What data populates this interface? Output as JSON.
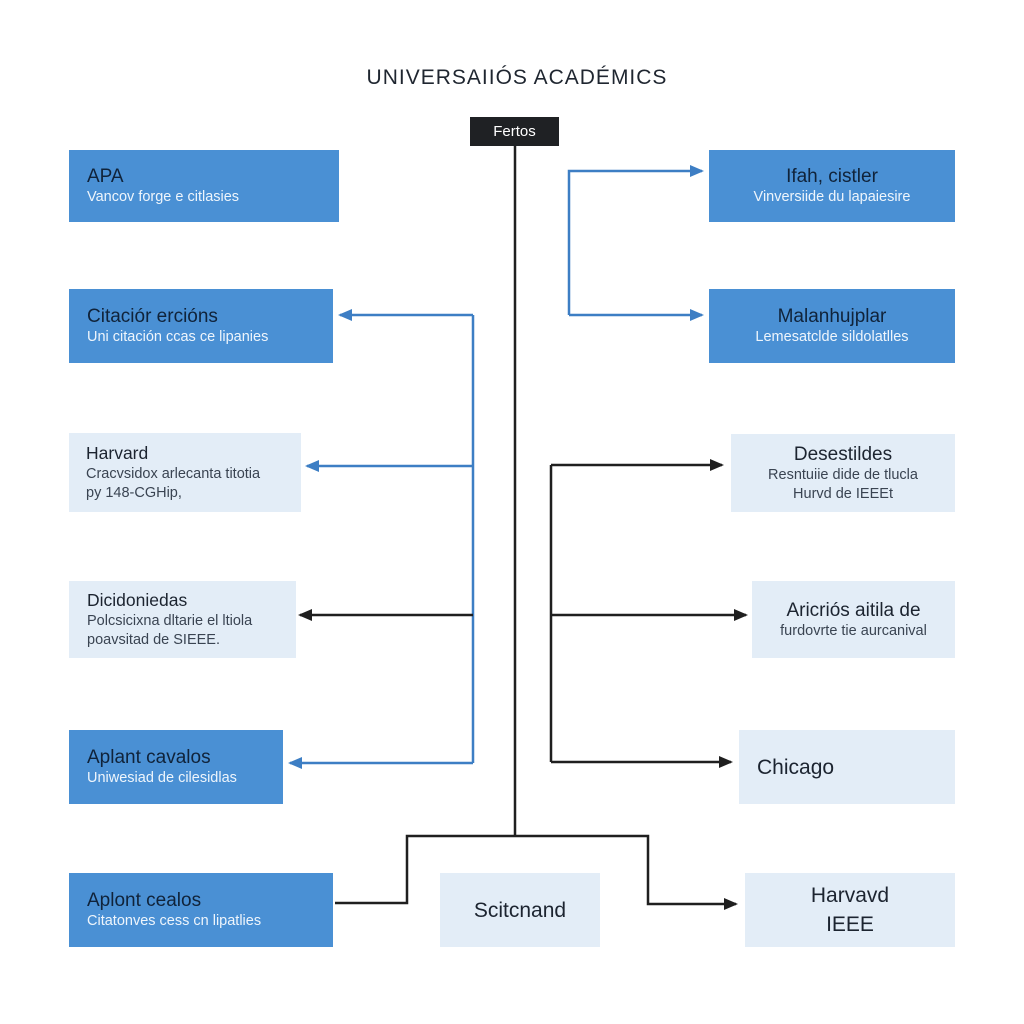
{
  "title": "UNIVERSAIIÓS ACADÉMICS",
  "root_label": "Fertos",
  "colors": {
    "dark_box": "#4a90d4",
    "light_box": "#e3edf7",
    "blue_line": "#3d7ec4",
    "black_line": "#1f1f1f"
  },
  "nodes": {
    "apa": {
      "title": "APA",
      "lines": [
        "Vancov forge e citlasies"
      ]
    },
    "citacion": {
      "title": "Citaciór ercións",
      "lines": [
        "Uni citación ccas ce lipanies"
      ]
    },
    "harvard_left": {
      "title": "Harvard",
      "lines": [
        "Cracvsidox arlecanta titotia",
        "py 148-CGHip,"
      ]
    },
    "dicidoniedas": {
      "title": "Dicidoniedas",
      "lines": [
        "Polcsicixna dltarie el ltiola",
        "poavsitad de SIEEE."
      ]
    },
    "aplant_cavalos": {
      "title": "Aplant cavalos",
      "lines": [
        "Uniwesiad de cilesidlas"
      ]
    },
    "aplant_cealos": {
      "title": "Aplont cealos",
      "lines": [
        "Citatonves cess cn lipatlies"
      ]
    },
    "scitcnand": {
      "title": "Scitcnand",
      "lines": []
    },
    "ifah": {
      "title": "Ifah, cistler",
      "lines": [
        "Vinversiide du lapaiesire"
      ]
    },
    "malanhujplar": {
      "title": "Malanhujplar",
      "lines": [
        "Lemesatclde sildolatlles"
      ]
    },
    "desestildes": {
      "title": "Desestildes",
      "lines": [
        "Resntuiie dide de tlucla",
        "Hurvd de IEEEt"
      ]
    },
    "aricrios": {
      "title": "Aricriós aitila de",
      "lines": [
        "furdovrte tie aurcanival"
      ]
    },
    "chicago": {
      "title": "Chicago",
      "lines": []
    },
    "harvavd": {
      "title": "Harvavd",
      "lines": [
        "IEEE"
      ]
    }
  }
}
